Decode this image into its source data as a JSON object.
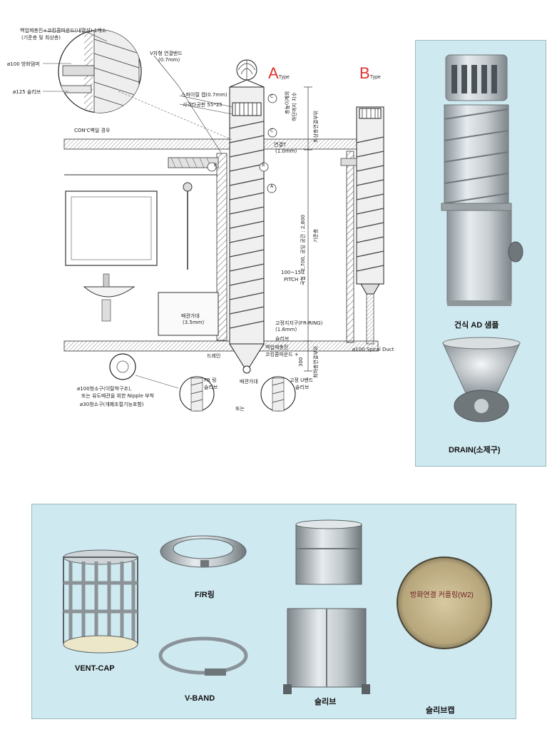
{
  "diagram": {
    "type_a": "A",
    "type_b": "B",
    "type_word": "Type",
    "labels": {
      "top_left_1": "백업제충진+코킹콤파운드(내열성) 1개소",
      "top_left_2": "(기준층 및 최상층)",
      "damper": "ø100 방화댐퍼",
      "sleeve125": "ø125 슬리브",
      "vband_1": "V자형 연결밴드",
      "vband_2": "(0.7mm)",
      "spiral_cap": "스파이럴 캡(0.7mm)",
      "square_plate": "사각타공판 55*25",
      "concrete_wall": "CON'C벽일 경우",
      "tee_1": "연결T",
      "tee_2": "(1.0mm)",
      "pitch_1": "100~150",
      "pitch_2": "PITCH",
      "pipe_support_1": "배관가대",
      "pipe_support_2": "(3.5mm)",
      "fixing_1": "고정지지구(FR-RING)",
      "fixing_2": "(1.6mm)",
      "sleeve": "슬리브",
      "backup_1": "백업제충진",
      "backup_2": "코킹콤파운드 +",
      "drain": "드레인",
      "fr_ring": "FR 링",
      "sleeve2": "슬리브",
      "pipe_support2": "배관가대",
      "fixing_u": "고정 U밴드",
      "sleeve3": "슬리브",
      "or": "또는",
      "bottom_note_1": "ø100청소구(이탈착구조),",
      "bottom_note_2": "또는 유도배관을 위한 Nipple 부착",
      "bottom_note_3": "ø30청소구(개폐조절기능포함)",
      "spiral_duct": "ø100 Spiral Duct",
      "dim_top_1": "최상층연결부위",
      "dim_top_2": "하단까지 치수",
      "dim_top_3": "층높이제외",
      "dim_mid_1": "국협 : 2,700, 공임 공간 : 2,800",
      "dim_mid_2": "기준층",
      "dim_300": "300",
      "dim_bottom": "최하층연결부위",
      "marker_a": "A",
      "marker_b": "B",
      "marker_c": "C"
    }
  },
  "right_panel": {
    "sample_caption": "건식 AD 샘플",
    "drain_caption": "DRAIN(소제구)"
  },
  "bottom_panel": {
    "vent_cap": "VENT-CAP",
    "fr_ring": "F/R링",
    "v_band": "V-BAND",
    "sleeve": "슬리브",
    "coupling": "방화연결 커플링(W2)",
    "sleeve_cap": "슬리브캡"
  },
  "colors": {
    "panel_bg": "#cfe9f0",
    "type_red": "#e0322e",
    "metal_light": "#e6ebee",
    "metal_dark": "#8a9399"
  }
}
